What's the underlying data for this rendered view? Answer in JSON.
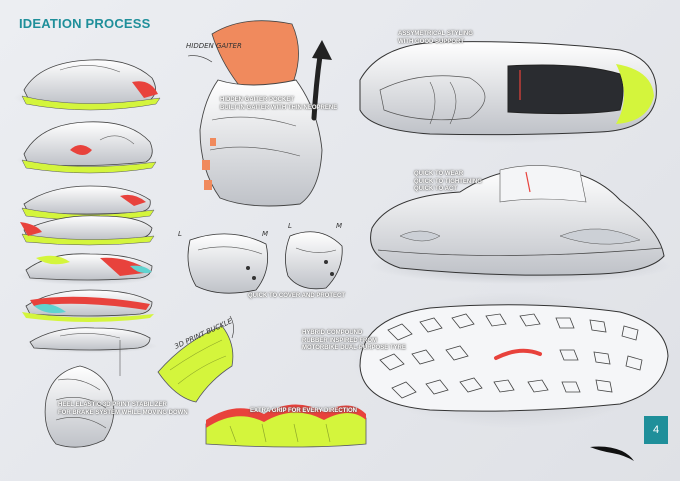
{
  "title": "IDEATION PROCESS",
  "hand_labels": {
    "hidden_gaiter": "HIDDEN GAITER",
    "left_1": "L",
    "middle_1": "M",
    "left_2": "L",
    "middle_2": "M",
    "printed_buckle": "3D PRINT BUCKLE"
  },
  "notes": {
    "hidden_gaiter_pocket": [
      "HIDDEN GAITER POCKET",
      "BUILT-IN GAITER WITH THIN NEOPRENE"
    ],
    "asymmetrical_styling": [
      "ASSYMETRICAL STYLING",
      "WITH GOOD SUPPORT"
    ],
    "quick_to_wear": [
      "QUICK TO WEAR",
      "QUICK TO TIGHTENING",
      "QUICK TO ACT"
    ],
    "quick_to_cover": [
      "QUICK TO COVER AND PROTECT"
    ],
    "hybrid_compound": [
      "HYBRID COMPOUND",
      "RUBBER INSPIRED FROM",
      "MOTORBIKE DUAL-PURPOSE TYRE"
    ],
    "heel_elastic": [
      "HEEL ELASTIC 3D PRINT STABILIZER",
      "FOR BRAKE SYSTEM WHILE MOVING DOWN"
    ],
    "extra_grip": [
      "EXTRA GRIP FOR EVERY DIRECTION"
    ]
  },
  "page_number": "4",
  "colors": {
    "accent": "#1f8f9a",
    "neon": "#d4f53c",
    "red": "#e8423c",
    "orange": "#f08a5d",
    "cyan": "#5fd3d0"
  },
  "icons": {
    "logo": "brand-swoosh-icon",
    "arrow": "curved-arrow-icon"
  }
}
